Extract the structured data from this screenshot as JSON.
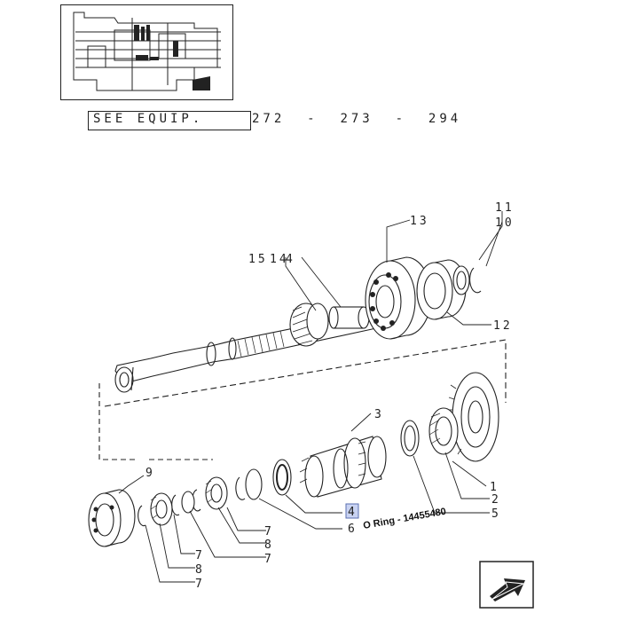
{
  "equip": {
    "see_label": "SEE EQUIP.",
    "codes": [
      "272",
      "273",
      "294"
    ],
    "separator": "-"
  },
  "callouts": {
    "c1": "1",
    "c2": "2",
    "c3": "3",
    "c4": "4",
    "c5": "5",
    "c6": "6",
    "c7a": "7",
    "c7b": "7",
    "c7c": "7",
    "c7d": "7",
    "c8a": "8",
    "c8b": "8",
    "c9": "9",
    "c10": "10",
    "c11": "11",
    "c12": "12",
    "c13": "13",
    "c15": "15",
    "c14": "14",
    "c4_top": "4"
  },
  "note": {
    "text": "O Ring - 14455480"
  },
  "colors": {
    "ink": "#222222",
    "highlight": "#c9d3f2"
  },
  "icons": {
    "nav": "next-page-arrow-icon"
  }
}
